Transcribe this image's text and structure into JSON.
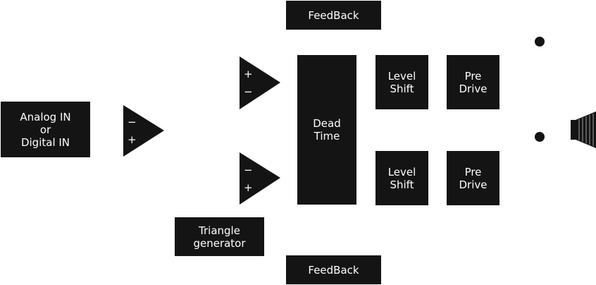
{
  "blocks": {
    "input": "Analog IN\nor\nDigital IN",
    "feedback_top": "FeedBack",
    "feedback_bottom": "FeedBack",
    "dead_time": "Dead\nTime",
    "level_shift_top": "Level\nShift",
    "level_shift_bottom": "Level\nShift",
    "pre_drive_top": "Pre\nDrive",
    "pre_drive_bottom": "Pre\nDrive",
    "triangle_generator": "Triangle\ngenerator"
  },
  "amplifiers": {
    "input_amp": {
      "top_sign": "−",
      "bottom_sign": "+"
    },
    "comparator_top": {
      "top_sign": "+",
      "bottom_sign": "−"
    },
    "comparator_bottom": {
      "top_sign": "−",
      "bottom_sign": "+"
    }
  },
  "icons": {
    "output_terminal": "filled-circle",
    "speaker": "speaker-icon"
  },
  "colors": {
    "block_fill": "#141414",
    "text": "#ffffff",
    "background": "#ffffff"
  }
}
